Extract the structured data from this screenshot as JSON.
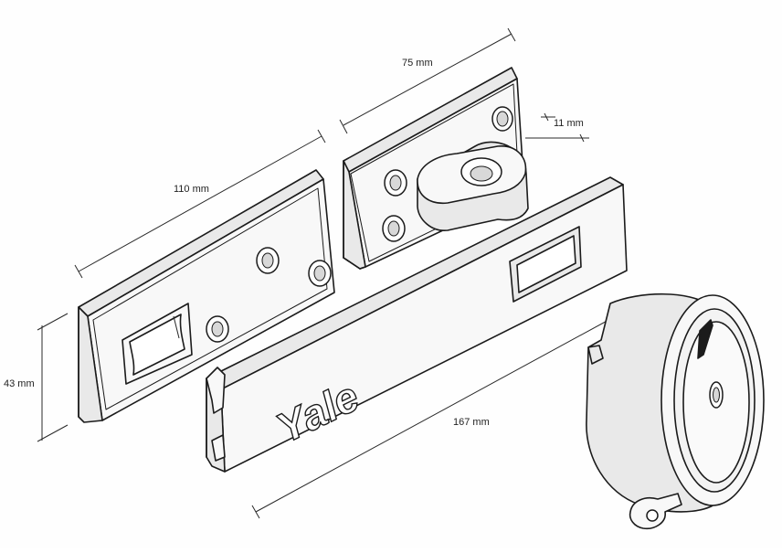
{
  "diagram": {
    "dimensions": {
      "width_staple_plate": "75 mm",
      "width_hasp_plate": "110 mm",
      "eye_thickness": "11 mm",
      "height": "43 mm",
      "hasp_length": "167 mm"
    },
    "brand": "Yale"
  }
}
